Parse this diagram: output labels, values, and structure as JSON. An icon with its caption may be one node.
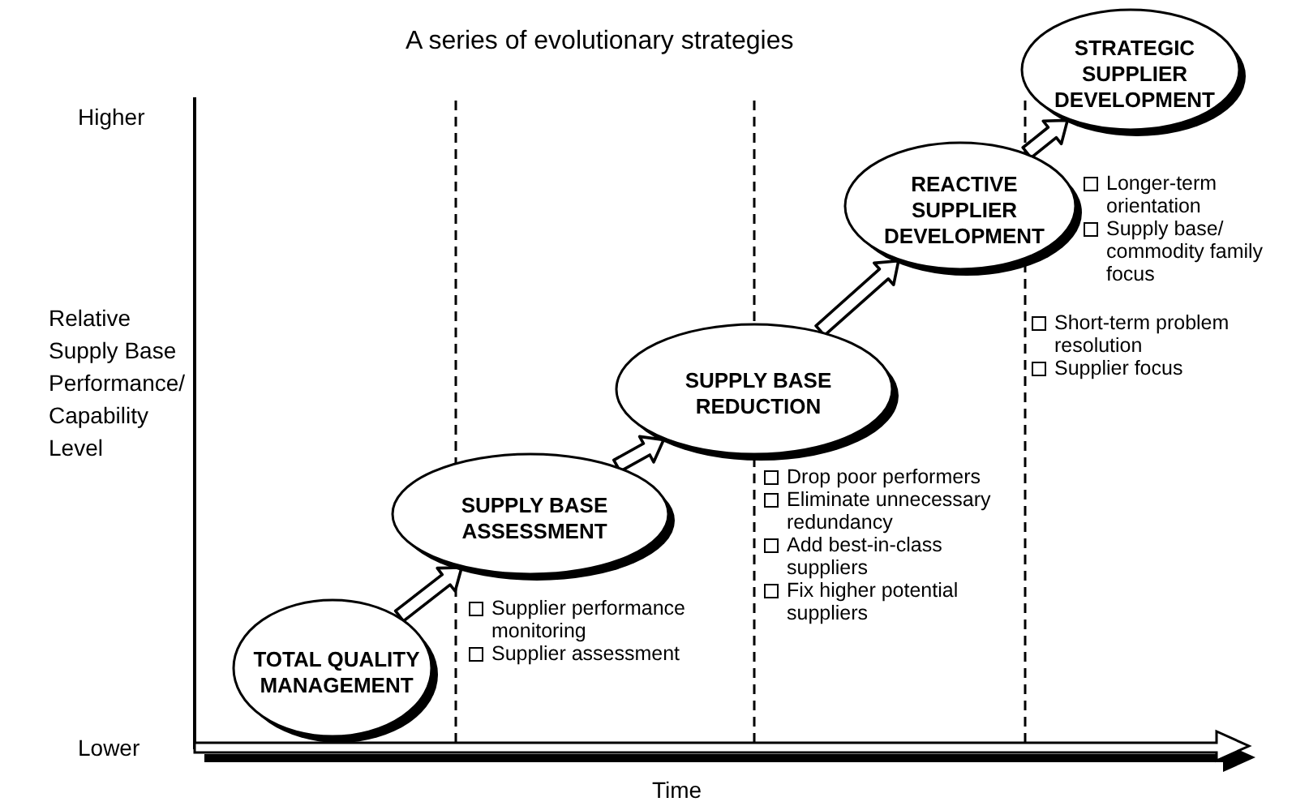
{
  "diagram": {
    "title": "A series of evolutionary strategies",
    "nodes": [
      {
        "text": [
          "TOTAL QUALITY MANAGEMENT"
        ]
      },
      {
        "text": [
          "SUPPLY BASE ASSESSMENT"
        ],
        "beside": [
          "Supplier performance monitoring",
          "Supplier assessment"
        ]
      },
      {
        "text": [
          "SUPPLY BASE REDUCTION"
        ],
        "beside": [
          "Drop poor performers",
          "Eliminate unnecessary redundancy",
          "Add best-in-class suppliers",
          "Fix higher potential suppliers"
        ]
      },
      {
        "text": [
          "REACTIVE SUPPLIER DEVELOPMENT"
        ],
        "beside": [
          "Short-term problem resolution",
          "Supplier focus"
        ]
      },
      {
        "text": [
          "STRATEGIC SUPPLIER DEVELOPMENT"
        ],
        "beside": [
          "Longer-term orientation",
          "Supply base/ commodity family focus"
        ]
      }
    ],
    "edges": [
      {
        "from": 0,
        "to": 1,
        "arrow": "to"
      },
      {
        "from": 1,
        "to": 2,
        "arrow": "to"
      },
      {
        "from": 2,
        "to": 3,
        "arrow": "to"
      },
      {
        "from": 3,
        "to": 4,
        "arrow": "to"
      }
    ],
    "labels": [
      "Higher",
      "Relative Supply Base Performance/ Capability Level",
      "Lower",
      "Time"
    ]
  }
}
